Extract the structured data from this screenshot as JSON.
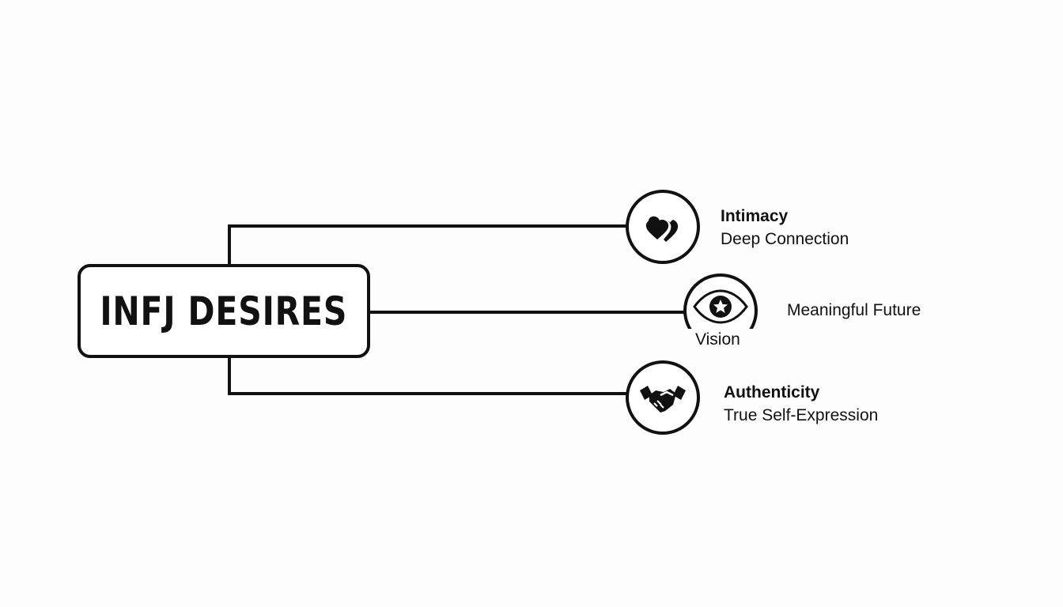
{
  "title": "INFJ DESIRES",
  "branches": [
    {
      "icon": "hearts-icon",
      "heading": "Intimacy",
      "subtitle": "Deep Connection"
    },
    {
      "icon": "eye-star-icon",
      "label": "Vision",
      "subtitle": "Meaningful Future"
    },
    {
      "icon": "handshake-icon",
      "heading": "Authenticity",
      "subtitle": "True Self-Expression"
    }
  ]
}
